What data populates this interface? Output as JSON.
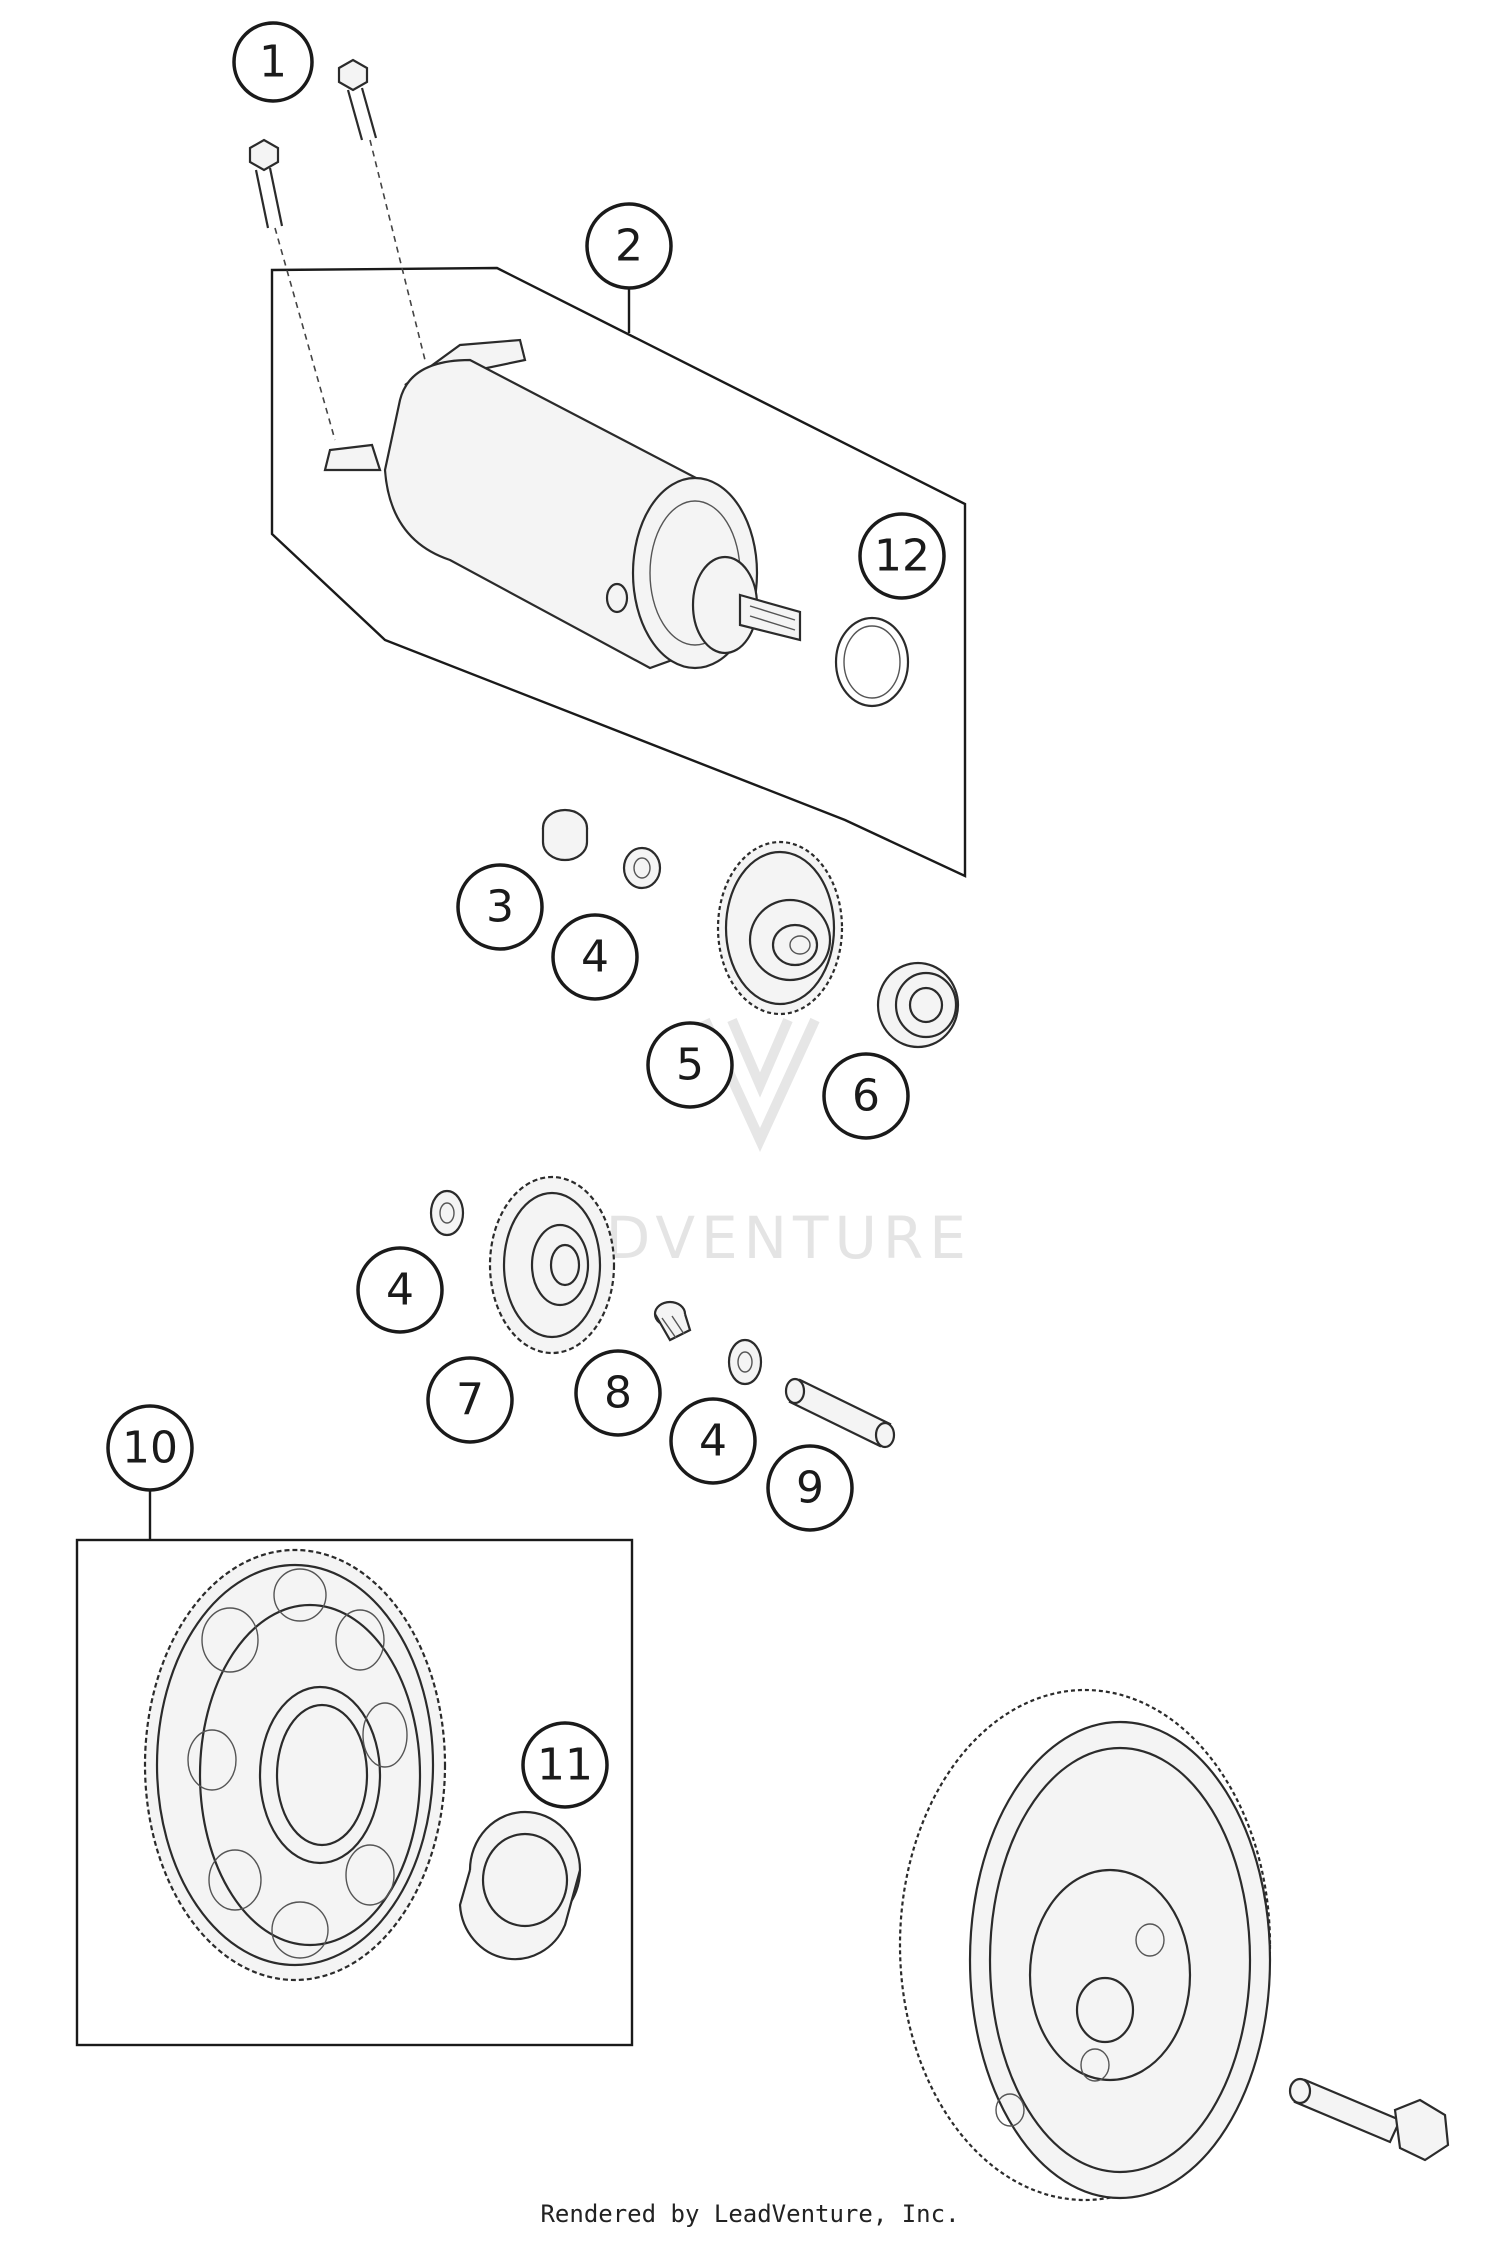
{
  "watermark": {
    "text": "ADVENTURE"
  },
  "footer": {
    "credit": "Rendered by LeadVenture, Inc."
  },
  "callouts": [
    "1",
    "2",
    "3",
    "4",
    "5",
    "6",
    "4",
    "7",
    "8",
    "4",
    "9",
    "10",
    "11",
    "12"
  ]
}
